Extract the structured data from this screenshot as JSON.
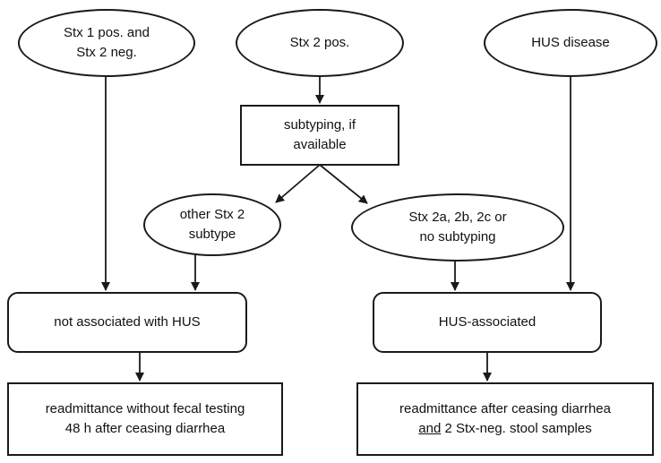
{
  "diagram": {
    "nodes": {
      "stx1": "Stx 1 pos. and\nStx 2 neg.",
      "stx2": "Stx 2 pos.",
      "hus_disease": "HUS disease",
      "subtyping": "subtyping, if\navailable",
      "other_subtype": "other Stx 2\nsubtype",
      "stx2abc": "Stx 2a, 2b, 2c or\nno subtyping",
      "not_associated": "not associated with HUS",
      "hus_associated": "HUS-associated",
      "readmit_no_testing": "readmittance without fecal testing\n48 h after ceasing diarrhea",
      "readmit_after_line1": "readmittance after ceasing diarrhea",
      "readmit_after_and": "and",
      "readmit_after_rest": " 2 Stx-neg. stool samples"
    },
    "edges": [
      {
        "from": "stx1",
        "to": "not_associated"
      },
      {
        "from": "stx2",
        "to": "subtyping"
      },
      {
        "from": "subtyping",
        "to": "other_subtype"
      },
      {
        "from": "subtyping",
        "to": "stx2abc"
      },
      {
        "from": "other_subtype",
        "to": "not_associated"
      },
      {
        "from": "stx2abc",
        "to": "hus_associated"
      },
      {
        "from": "hus_disease",
        "to": "hus_associated"
      },
      {
        "from": "not_associated",
        "to": "readmit_no_testing"
      },
      {
        "from": "hus_associated",
        "to": "readmit_after"
      }
    ]
  }
}
